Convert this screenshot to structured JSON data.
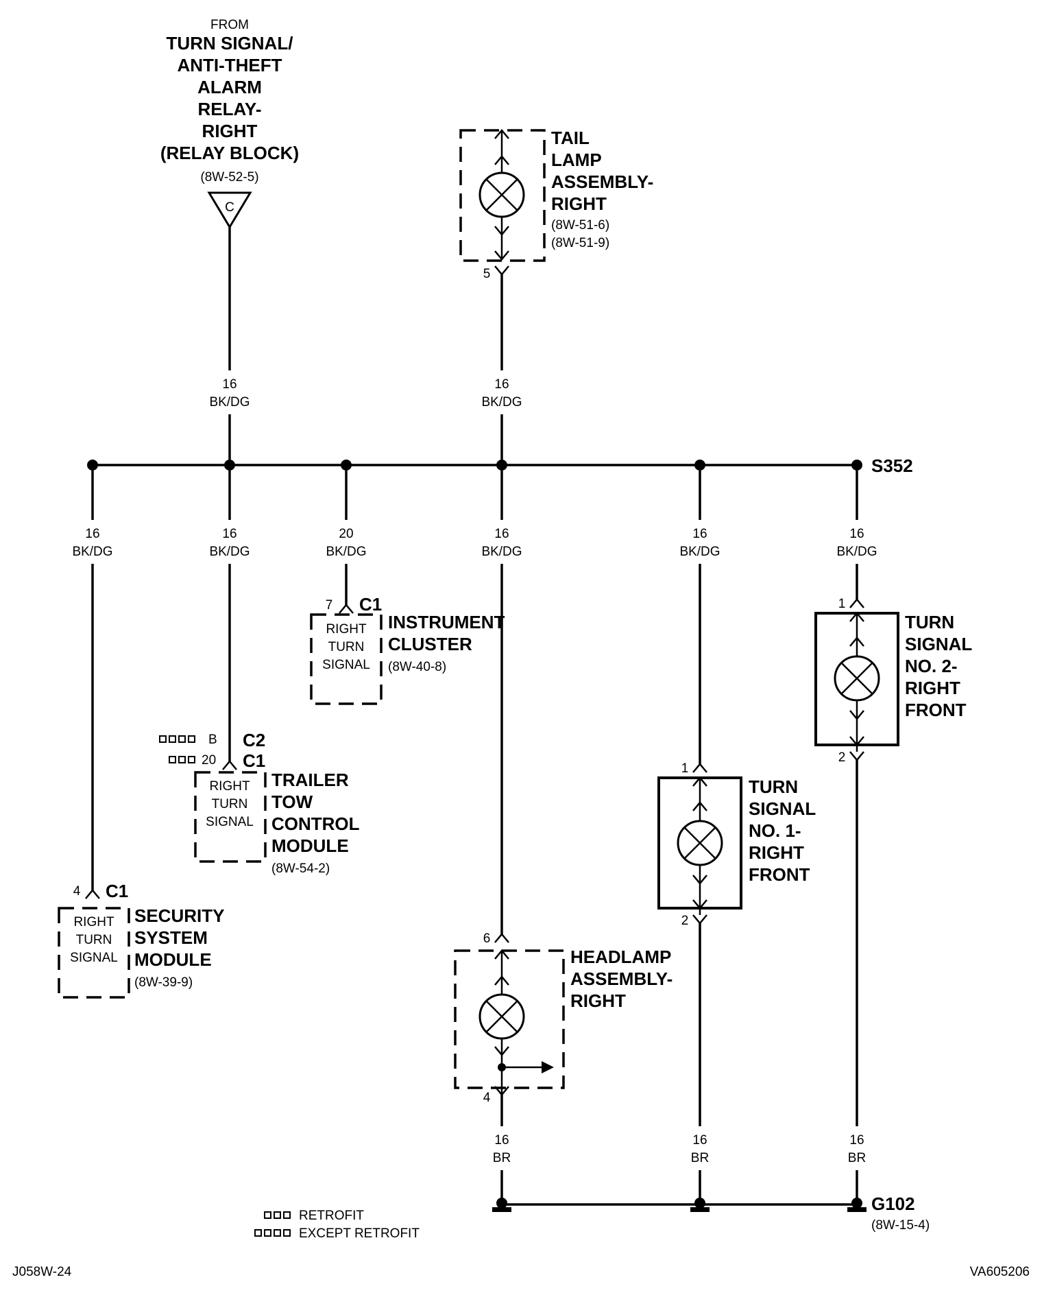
{
  "source": {
    "from_label": "FROM",
    "name_lines": [
      "TURN SIGNAL/",
      "ANTI-THEFT",
      "ALARM",
      "RELAY-",
      "RIGHT",
      "(RELAY BLOCK)"
    ],
    "ref": "(8W-52-5)",
    "connector_letter": "C"
  },
  "tail_lamp": {
    "name_lines": [
      "TAIL",
      "LAMP",
      "ASSEMBLY-",
      "RIGHT"
    ],
    "refs": [
      "(8W-51-6)",
      "(8W-51-9)"
    ],
    "pin": "5"
  },
  "wires": {
    "w_source": {
      "gauge": "16",
      "color": "BK/DG"
    },
    "w_tail": {
      "gauge": "16",
      "color": "BK/DG"
    },
    "w_security": {
      "gauge": "16",
      "color": "BK/DG"
    },
    "w_trailer": {
      "gauge": "16",
      "color": "BK/DG"
    },
    "w_cluster": {
      "gauge": "20",
      "color": "BK/DG"
    },
    "w_headlamp": {
      "gauge": "16",
      "color": "BK/DG"
    },
    "w_ts1": {
      "gauge": "16",
      "color": "BK/DG"
    },
    "w_ts2": {
      "gauge": "16",
      "color": "BK/DG"
    },
    "g_headlamp": {
      "gauge": "16",
      "color": "BR"
    },
    "g_ts1": {
      "gauge": "16",
      "color": "BR"
    },
    "g_ts2": {
      "gauge": "16",
      "color": "BR"
    }
  },
  "splice": {
    "label": "S352"
  },
  "cluster": {
    "name_lines": [
      "INSTRUMENT",
      "CLUSTER"
    ],
    "ref": "(8W-40-8)",
    "pin": "7",
    "connector": "C1",
    "inner_lines": [
      "RIGHT",
      "TURN",
      "SIGNAL"
    ]
  },
  "trailer": {
    "name_lines": [
      "TRAILER",
      "TOW",
      "CONTROL",
      "MODULE"
    ],
    "ref": "(8W-54-2)",
    "pin_c2": "B",
    "pin_c1": "20",
    "connector_c2": "C2",
    "connector_c1": "C1",
    "inner_lines": [
      "RIGHT",
      "TURN",
      "SIGNAL"
    ]
  },
  "security": {
    "name_lines": [
      "SECURITY",
      "SYSTEM",
      "MODULE"
    ],
    "ref": "(8W-39-9)",
    "pin": "4",
    "connector": "C1",
    "inner_lines": [
      "RIGHT",
      "TURN",
      "SIGNAL"
    ]
  },
  "headlamp": {
    "name_lines": [
      "HEADLAMP",
      "ASSEMBLY-",
      "RIGHT"
    ],
    "pin_top": "6",
    "pin_bottom": "4"
  },
  "ts1": {
    "name_lines": [
      "TURN",
      "SIGNAL",
      "NO. 1-",
      "RIGHT",
      "FRONT"
    ],
    "pin_top": "1",
    "pin_bottom": "2"
  },
  "ts2": {
    "name_lines": [
      "TURN",
      "SIGNAL",
      "NO. 2-",
      "RIGHT",
      "FRONT"
    ],
    "pin_top": "1",
    "pin_bottom": "2"
  },
  "ground": {
    "label": "G102",
    "ref": "(8W-15-4)"
  },
  "legend": [
    {
      "squares": 3,
      "text": "RETROFIT"
    },
    {
      "squares": 4,
      "text": "EXCEPT RETROFIT"
    }
  ],
  "footer": {
    "left": "J058W-24",
    "right": "VA605206"
  }
}
